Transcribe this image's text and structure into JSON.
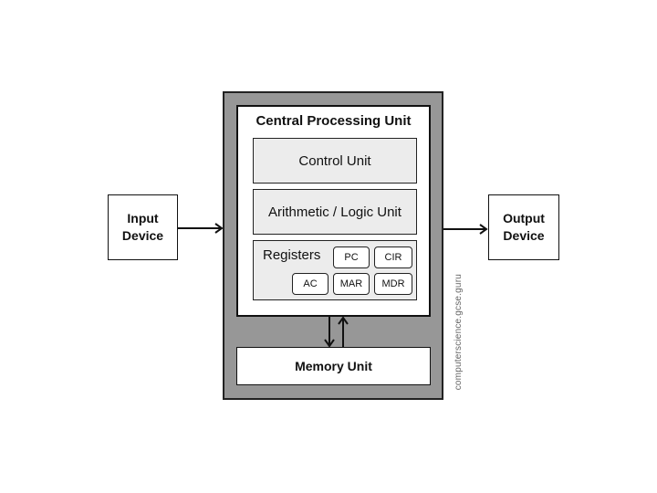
{
  "cpu": {
    "title": "Central Processing Unit",
    "control_unit": "Control Unit",
    "alu": "Arithmetic / Logic Unit",
    "registers": {
      "label": "Registers",
      "pc": "PC",
      "cir": "CIR",
      "ac": "AC",
      "mar": "MAR",
      "mdr": "MDR"
    }
  },
  "memory_unit": "Memory Unit",
  "input_device": "Input\nDevice",
  "output_device": "Output\nDevice",
  "watermark": "computerscience.gcse.guru"
}
